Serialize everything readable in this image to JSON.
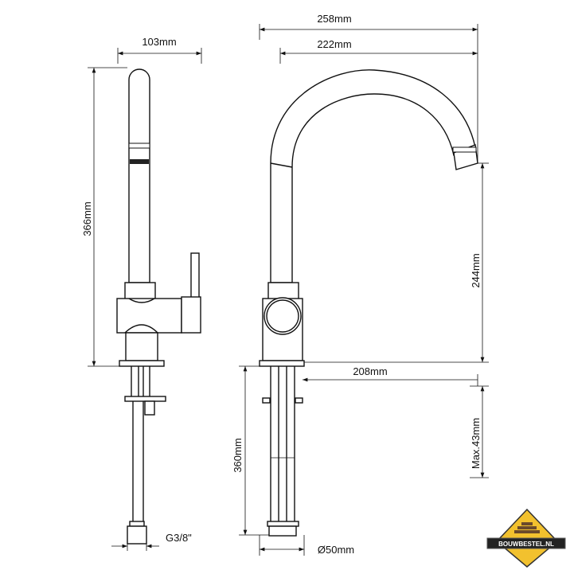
{
  "dimensions": {
    "side_width": "103mm",
    "side_height": "366mm",
    "connection": "G3/8\"",
    "total_reach": "258mm",
    "spout_reach": "222mm",
    "spout_height": "244mm",
    "spout_projection": "208mm",
    "max_deck_thickness": "Max.43mm",
    "hose_length": "360mm",
    "hole_diameter": "Ø50mm"
  },
  "logo": {
    "text": "BOUWBESTEL.NL",
    "colors": {
      "yellow": "#f2c12e",
      "banner": "#222222"
    }
  }
}
